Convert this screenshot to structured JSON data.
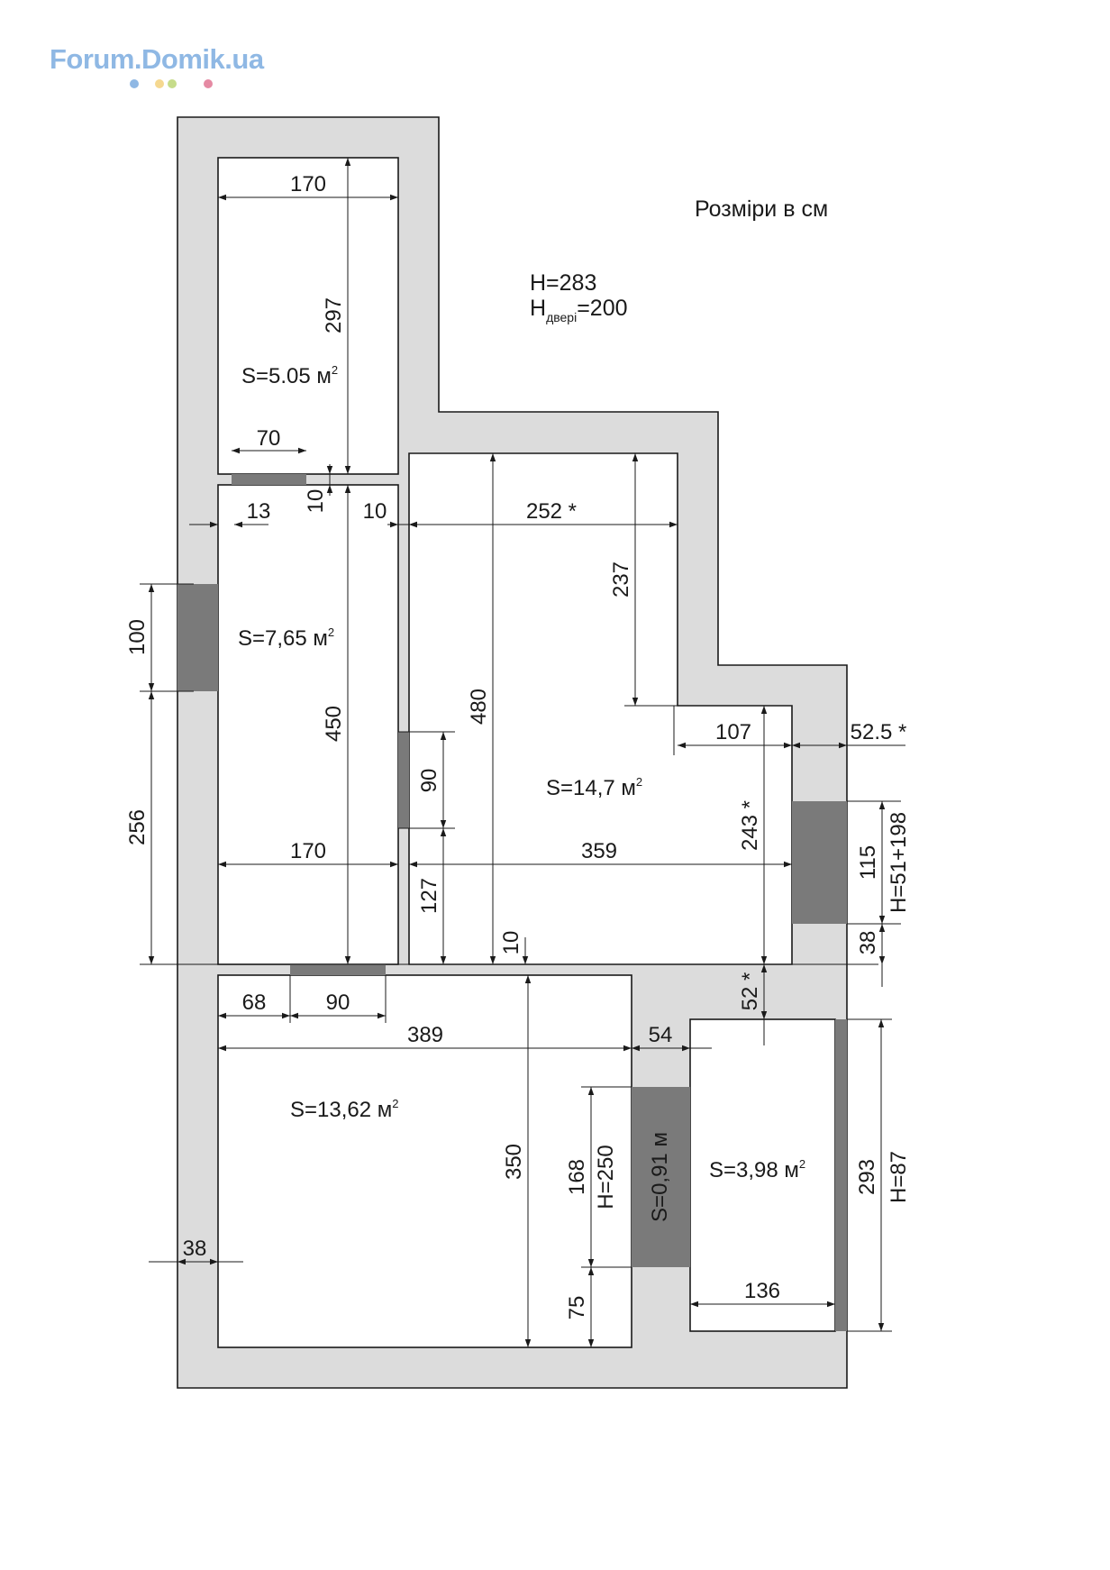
{
  "header": {
    "logo_text": "Forum.Domik.ua",
    "logo_dot_colors": [
      "#8fb8e4",
      "#f5d890",
      "#c6dc8a",
      "#e58aa3"
    ]
  },
  "notes": {
    "units": "Розміри в см",
    "height": "H=283",
    "door_height_prefix": "H",
    "door_height_sub": "двері",
    "door_height_value": "=200"
  },
  "colors": {
    "wall": "#dcdcdc",
    "opening": "#7a7a7a",
    "line": "#1a1a1a",
    "room": "#ffffff"
  },
  "rooms": [
    {
      "id": "room-top",
      "area_prefix": "S=5.05 м",
      "sup": "2"
    },
    {
      "id": "room-left",
      "area_prefix": "S=7,65 м",
      "sup": "2"
    },
    {
      "id": "room-center",
      "area_prefix": "S=14,7 м",
      "sup": "2"
    },
    {
      "id": "room-bottom-left",
      "area_prefix": "S=13,62 м",
      "sup": "2"
    },
    {
      "id": "room-bottom-right",
      "area_prefix": "S=3,98 м",
      "sup": "2"
    }
  ],
  "dimensions": [
    "170",
    "297",
    "70",
    "10",
    "13",
    "10",
    "100",
    "450",
    "256",
    "170",
    "252 *",
    "237",
    "480",
    "90",
    "127",
    "10",
    "359",
    "107",
    "243 *",
    "52.5 *",
    "115",
    "H=51+198",
    "38",
    "52 *",
    "68",
    "90",
    "389",
    "54",
    "350",
    "168",
    "H=250",
    "S=0,91 м",
    "75",
    "38",
    "136",
    "293",
    "H=87"
  ]
}
